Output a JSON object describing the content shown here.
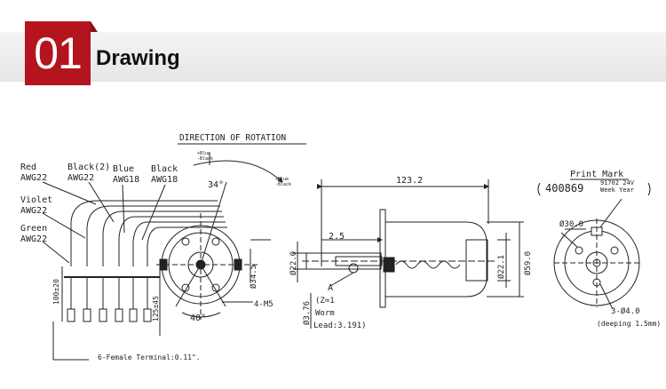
{
  "header": {
    "badge": "01",
    "title": "Drawing"
  },
  "wires": {
    "red": "Red",
    "red_awg": "AWG22",
    "black2": "Black(2)",
    "black2_awg": "AWG22",
    "blue": "Blue",
    "blue_awg": "AWG18",
    "black": "Black",
    "black_awg": "AWG18",
    "violet": "Violet",
    "violet_awg": "AWG22",
    "green": "Green",
    "green_awg": "AWG22"
  },
  "front_view": {
    "direction": "DIRECTION OF ROTATION",
    "blue_note_1": "+Blue",
    "black_note_1": "-Black",
    "blue_note_2": "+Blue",
    "black_note_2": "-Black",
    "angle_top": "34°",
    "angle_bottom": "40°",
    "dia_bolt": "Ø34.5",
    "screws": "4-M5",
    "len_100": "100±20",
    "len_125": "125±45",
    "terminal": "6-Female    Terminal:0.11\"."
  },
  "side_view": {
    "length": "123.2",
    "shaft_len": "2.5",
    "dia_22": "Ø22.0",
    "dia_22_1": "Ø22.1",
    "dia_59": "Ø59.0",
    "label_a": "A",
    "z": "(Z=1",
    "dia_376": "Ø3.76",
    "worm": "Worm",
    "lead": "Lead:3.191)"
  },
  "rear_view": {
    "print_mark": "Print Mark",
    "part_no": "400869",
    "code": "91702 24V",
    "code_sub": "Week Year",
    "dia_30": "Ø30.0",
    "holes": "3-Ø4.0",
    "deeping": "(deeping 1.5mm)"
  }
}
